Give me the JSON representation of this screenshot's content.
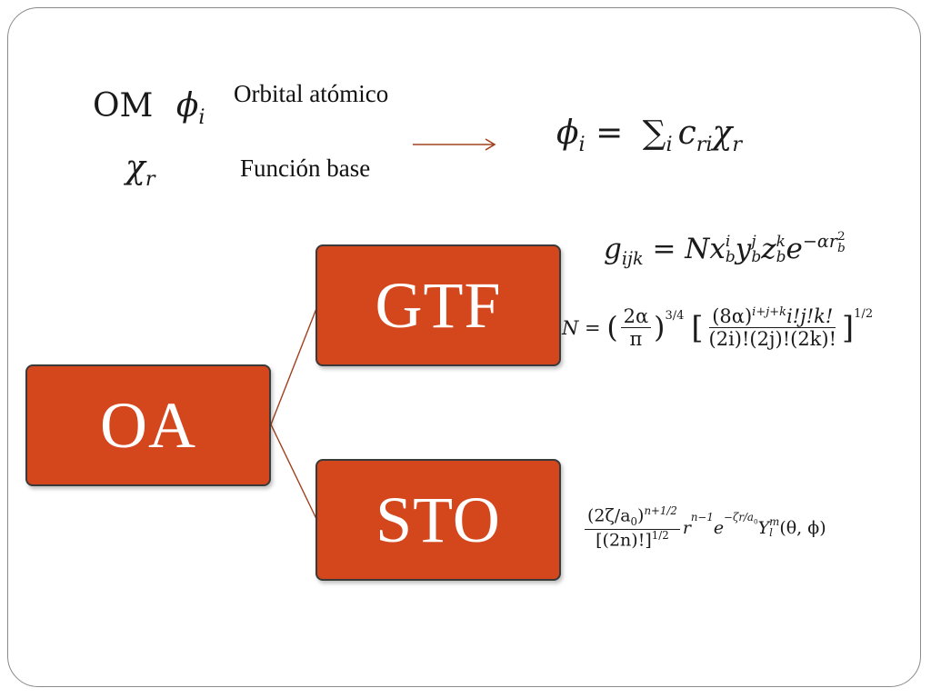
{
  "labels": {
    "om": "OM",
    "phi_i": "ϕ",
    "phi_sub": "i",
    "chi_r": "χ",
    "chi_sub": "r",
    "orbital_atomico": "Orbital atómico",
    "funcion_base": "Función base"
  },
  "equations": {
    "lcao": {
      "lhs": "ϕ",
      "lhs_sub": "i",
      "eq": " = ",
      "sum": "∑",
      "sum_sub": "i",
      "c": "c",
      "c_sub": "ri",
      "chi": "χ",
      "chi_sub": "r"
    },
    "gtf": {
      "g": "g",
      "g_sub": "ijk",
      "eq": " = ",
      "N": "N",
      "x": "x",
      "x_sub": "b",
      "x_sup": "i",
      "y": "y",
      "y_sub": "b",
      "y_sup": "j",
      "z": "z",
      "z_sub": "b",
      "z_sup": "k",
      "e": "e",
      "e_sup": "−αr",
      "e_sup_sub": "b",
      "e_sup_sup": "2"
    },
    "norm": {
      "N": "N",
      "eq": " = ",
      "f1_num": "2α",
      "f1_den": "π",
      "exp1": "3/4",
      "f2_num": "(8α)",
      "f2_num_sup": "i+j+k",
      "f2_num_rest": "i!j!k!",
      "f2_den": "(2i)!(2j)!(2k)!",
      "exp2": "1/2"
    },
    "sto": {
      "num": "(2ζ/a",
      "num_sub": "0",
      "num_close": ")",
      "num_sup": "n+1/2",
      "den": "[(2n)!]",
      "den_sup": "1/2",
      "r": "r",
      "r_sup": "n−1",
      "e": "e",
      "e_sup": "−ζr/a",
      "e_sup_sub": "0",
      "Y": "Y",
      "Y_sub": "l",
      "Y_sup": "m",
      "args": "(θ, ϕ)"
    }
  },
  "diagram": {
    "root": "OA",
    "child_top": "GTF",
    "child_bottom": "STO",
    "fill_color": "#d4461c",
    "line_color": "#a0401e"
  }
}
